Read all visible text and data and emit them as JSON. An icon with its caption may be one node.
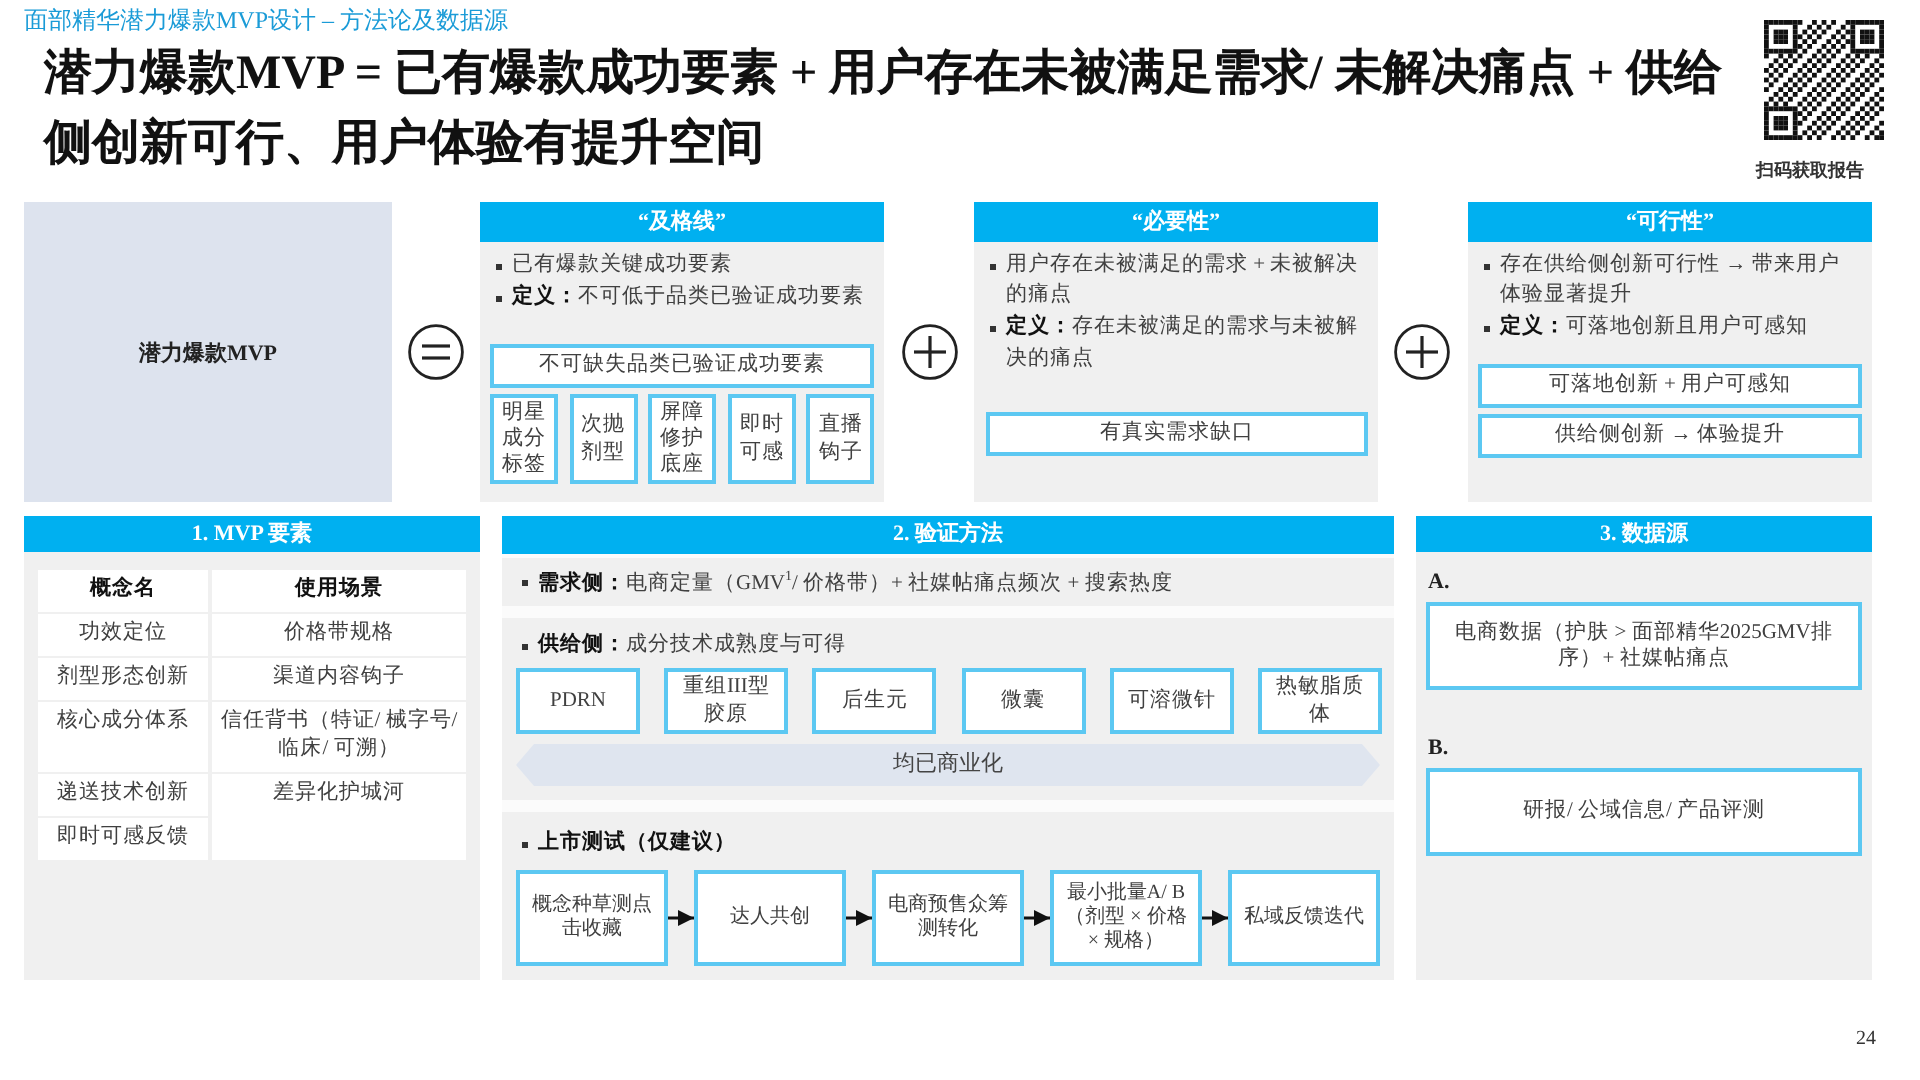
{
  "diagram": {
    "title": "潜力爆款MVP = 已有爆款成功要素 + 用户存在未被满足需求/ 未解决痛点 + 供给侧创新可行、用户体验有提升空间",
    "nodes": [
      {
        "text": [
          "潜力爆款MVP"
        ]
      },
      {
        "text": [
          "“及格线”",
          "已有爆款关键成功要素",
          "**定义：**不可低于品类已验证成功要素"
        ]
      },
      {
        "text": [
          "不可缺失品类已验证成功要素"
        ],
        "in": 1
      },
      {
        "text": [
          "明星成分标签"
        ],
        "in": 1
      },
      {
        "text": [
          "次抛剂型"
        ],
        "in": 1
      },
      {
        "text": [
          "屏障修护底座"
        ],
        "in": 1
      },
      {
        "text": [
          "即时可感"
        ],
        "in": 1
      },
      {
        "text": [
          "直播钩子"
        ],
        "in": 1
      },
      {
        "text": [
          "“必要性”",
          "用户存在未被满足的需求 + 未被解决的痛点",
          "**定义：**存在未被满足的需求与未被解决的痛点"
        ]
      },
      {
        "text": [
          "有真实需求缺口"
        ],
        "in": 8
      },
      {
        "text": [
          "“可行性”",
          "存在供给侧创新可行性 → 带来用户体验显著提升",
          "**定义：**可落地创新且用户可感知"
        ]
      },
      {
        "text": [
          "可落地创新 + 用户可感知"
        ],
        "in": 10
      },
      {
        "text": [
          "供给侧创新 → 体验提升"
        ],
        "in": 10
      },
      {
        "text": [
          "1. MVP 要素"
        ]
      },
      {
        "text": [
          "2. 验证方法"
        ]
      },
      {
        "text": [
          "**需求侧：**电商定量（GMV$^{1}$/ 价格带）+ 社媒帖痛点频次 + 搜索热度"
        ],
        "in": 14
      },
      {
        "text": [
          "**供给侧：**成分技术成熟度与可得"
        ],
        "in": 14
      },
      {
        "text": [
          "PDRN"
        ],
        "in": 16
      },
      {
        "text": [
          "重组III型胶原"
        ],
        "in": 16
      },
      {
        "text": [
          "后生元"
        ],
        "in": 16
      },
      {
        "text": [
          "微囊"
        ],
        "in": 16
      },
      {
        "text": [
          "可溶微针"
        ],
        "in": 16
      },
      {
        "text": [
          "热敏脂质体"
        ],
        "in": 16
      },
      {
        "text": [
          "均已商业化"
        ],
        "in": 16
      },
      {
        "text": [
          "上市测试（仅建议）"
        ],
        "in": 14
      },
      {
        "text": [
          "概念种草测点击收藏"
        ],
        "in": 24
      },
      {
        "text": [
          "达人共创"
        ],
        "in": 24
      },
      {
        "text": [
          "电商预售众筹测转化"
        ],
        "in": 24
      },
      {
        "text": [
          "最小批量A/ B（剂型 × 价格 × 规格）"
        ],
        "in": 24
      },
      {
        "text": [
          "私域反馈迭代"
        ],
        "in": 24
      },
      {
        "text": [
          "3. 数据源",
          "A.",
          "B."
        ]
      },
      {
        "text": [
          "电商数据（护肤 > 面部精华2025GMV排序）+ 社媒帖痛点"
        ],
        "in": 30
      },
      {
        "text": [
          "研报/ 公域信息/ 产品评测"
        ],
        "in": 30
      }
    ],
    "edges": [
      {
        "from": 25,
        "to": 26,
        "arrow": "to"
      },
      {
        "from": 26,
        "to": 27,
        "arrow": "to"
      },
      {
        "from": 27,
        "to": 28,
        "arrow": "to"
      },
      {
        "from": 28,
        "to": 29,
        "arrow": "to"
      }
    ],
    "labels": [
      "面部精华潜力爆款MVP设计 – 方法论及数据源",
      "扫码获取报告",
      "概念名",
      "使用场景",
      "功效定位",
      "价格带规格",
      "剂型形态创新",
      "渠道内容钩子",
      "核心成分体系",
      "信任背书（特证/ 械字号/ 临床/ 可溯）",
      "递送技术创新",
      "差异化护城河",
      "即时可感反馈",
      "24"
    ]
  }
}
